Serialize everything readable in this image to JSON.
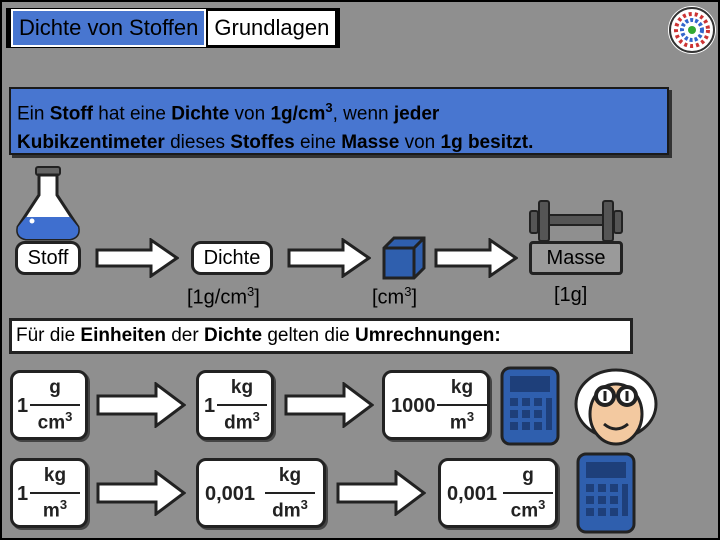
{
  "title": {
    "part1": "Dichte von Stoffen",
    "part2": "Grundlagen"
  },
  "definition": {
    "line1": [
      {
        "t": "Ein ",
        "b": false
      },
      {
        "t": "Stoff",
        "b": true
      },
      {
        "t": " hat eine ",
        "b": false
      },
      {
        "t": "Dichte",
        "b": true
      },
      {
        "t": " von ",
        "b": false
      },
      {
        "t": "1g/cm",
        "b": true
      },
      {
        "t": "3",
        "b": true,
        "sup": true
      },
      {
        "t": ", wenn ",
        "b": false
      },
      {
        "t": "jeder",
        "b": true
      }
    ],
    "line2": [
      {
        "t": "Kubikzentimeter",
        "b": true
      },
      {
        "t": " dieses ",
        "b": false
      },
      {
        "t": "Stoffes",
        "b": true
      },
      {
        "t": " eine ",
        "b": false
      },
      {
        "t": "Masse",
        "b": true
      },
      {
        "t": " von ",
        "b": false
      },
      {
        "t": "1g besitzt.",
        "b": true
      }
    ]
  },
  "flow": {
    "stoff": "Stoff",
    "dichte": "Dichte",
    "masse": "Masse",
    "dichte_unit": "[1g/cm",
    "volume_unit": "[cm",
    "masse_unit": "[1g]",
    "unit_sup": "3",
    "unit_close": "]"
  },
  "notice": [
    {
      "t": "Für die ",
      "b": false
    },
    {
      "t": "Einheiten",
      "b": true
    },
    {
      "t": " der ",
      "b": false
    },
    {
      "t": "Dichte",
      "b": true
    },
    {
      "t": " gelten die ",
      "b": false
    },
    {
      "t": "Umrechnungen:",
      "b": true
    }
  ],
  "conversions": {
    "row1": [
      {
        "coef": "1",
        "num": "g",
        "den": "cm",
        "sup": "3"
      },
      {
        "coef": "1",
        "num": "kg",
        "den": "dm",
        "sup": "3"
      },
      {
        "coef": "1000",
        "num": "kg",
        "den": "m",
        "sup": "3"
      }
    ],
    "row2": [
      {
        "coef": "1",
        "num": "kg",
        "den": "m",
        "sup": "3"
      },
      {
        "coef": "0,001",
        "num": "kg",
        "den": "dm",
        "sup": "3"
      },
      {
        "coef": "0,001",
        "num": "g",
        "den": "cm",
        "sup": "3"
      }
    ]
  },
  "colors": {
    "accent": "#4876d0",
    "bg": "#8f8f8f"
  }
}
